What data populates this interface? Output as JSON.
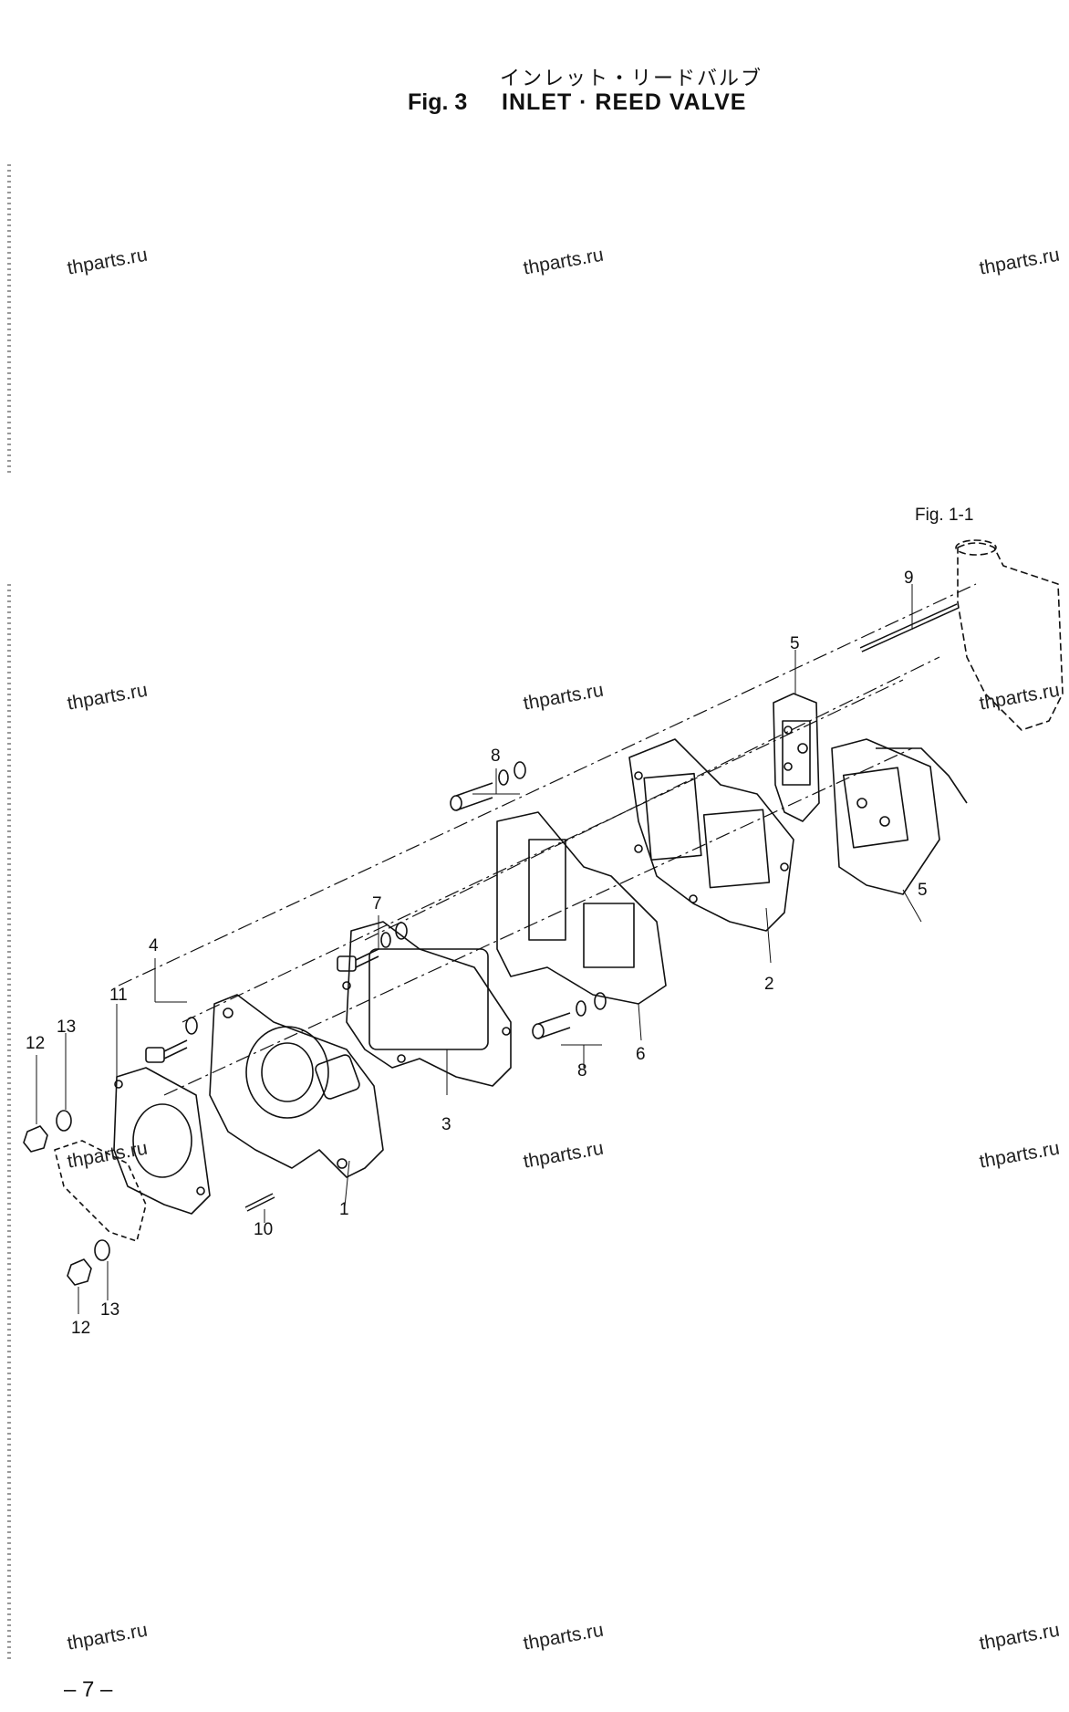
{
  "header": {
    "title_jp": "インレット・リードバルブ",
    "fig_label": "Fig. 3",
    "title_en": "INLET · REED VALVE"
  },
  "watermark": "thparts.ru",
  "fig_ref": "Fig. 1-1",
  "page_number": "– 7 –",
  "callouts": {
    "c1": "1",
    "c2": "2",
    "c3": "3",
    "c4": "4",
    "c5a": "5",
    "c5b": "5",
    "c6": "6",
    "c7": "7",
    "c8a": "8",
    "c8b": "8",
    "c9": "9",
    "c10": "10",
    "c11": "11",
    "c12a": "12",
    "c12b": "12",
    "c13a": "13",
    "c13b": "13"
  }
}
